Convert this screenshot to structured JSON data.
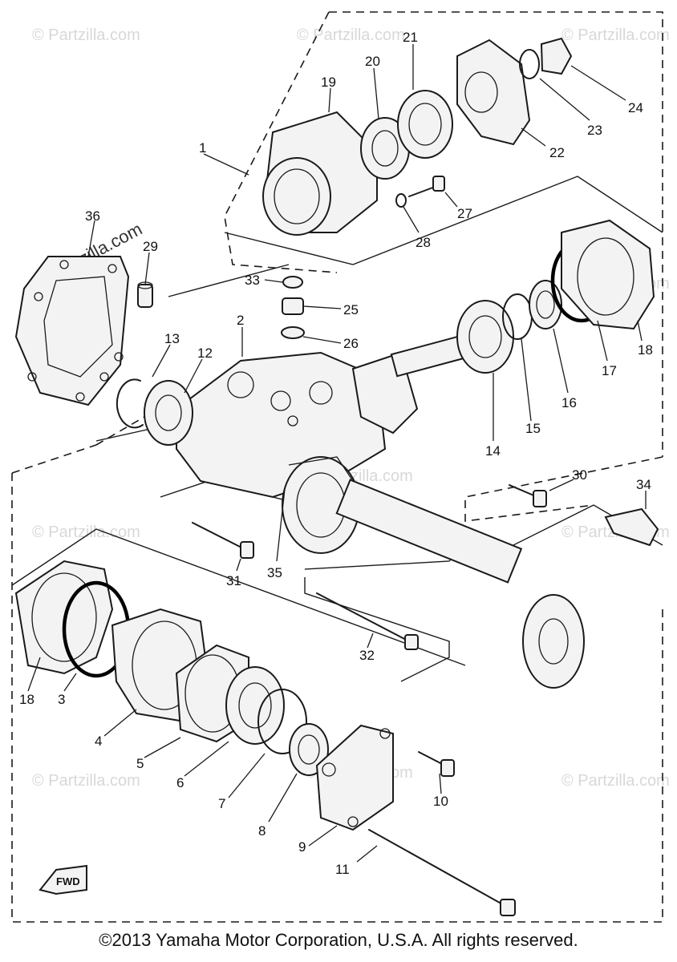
{
  "watermark": "© Partzilla.com",
  "watermark_diagonal": "© Partzilla.com",
  "fwd_label": "FWD",
  "copyright": "©2013 Yamaha Motor Corporation, U.S.A. All rights reserved.",
  "part_numbers": [
    "1",
    "2",
    "3",
    "4",
    "5",
    "6",
    "7",
    "8",
    "9",
    "10",
    "11",
    "12",
    "13",
    "14",
    "15",
    "16",
    "17",
    "18",
    "18",
    "19",
    "20",
    "21",
    "22",
    "23",
    "24",
    "25",
    "26",
    "27",
    "28",
    "29",
    "30",
    "31",
    "32",
    "33",
    "34",
    "35",
    "36"
  ]
}
